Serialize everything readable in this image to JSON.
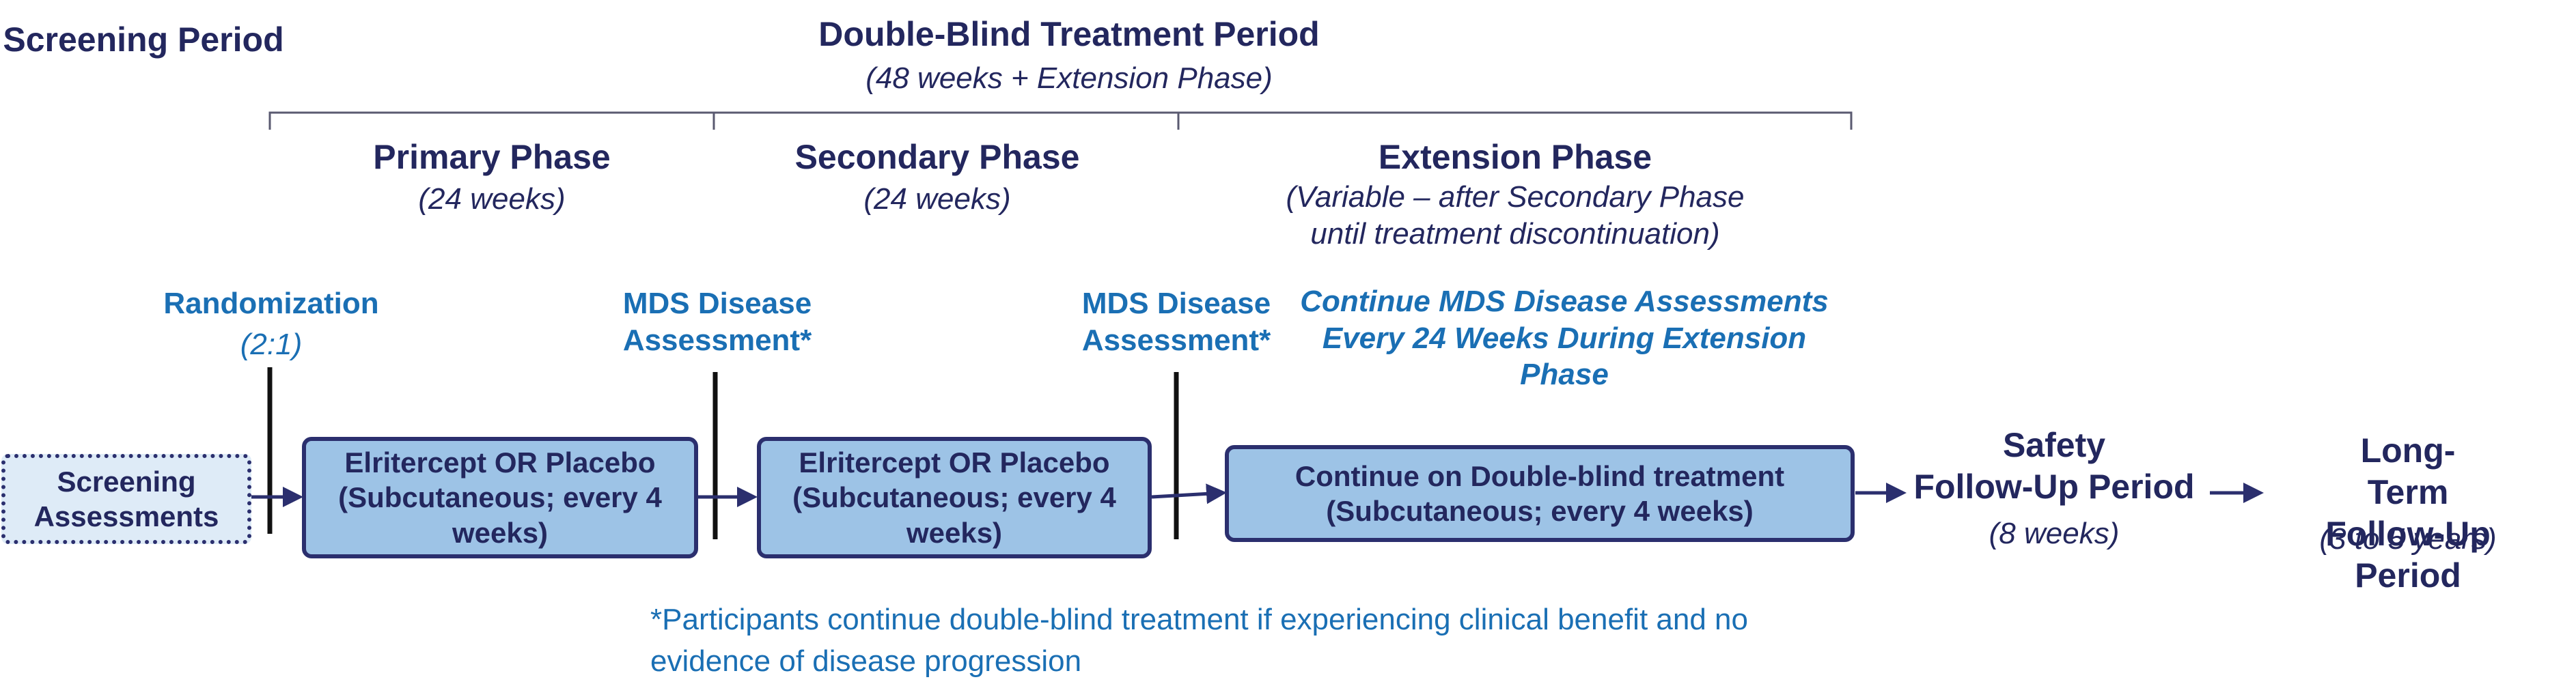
{
  "header": {
    "screening_period": "Screening\nPeriod",
    "double_blind_title": "Double-Blind Treatment Period",
    "double_blind_duration": "(48 weeks + Extension Phase)"
  },
  "phases": {
    "primary_title": "Primary Phase",
    "primary_duration": "(24 weeks)",
    "secondary_title": "Secondary Phase",
    "secondary_duration": "(24 weeks)",
    "extension_title": "Extension Phase",
    "extension_duration": "(Variable – after Secondary Phase\nuntil treatment discontinuation)"
  },
  "milestones": {
    "randomization": "Randomization",
    "randomization_ratio": "(2:1)",
    "mds_assessment_1": "MDS Disease\nAssessment*",
    "mds_assessment_2": "MDS Disease\nAssessment*",
    "extension_assessments": "Continue MDS Disease Assessments\nEvery 24 Weeks During Extension\nPhase"
  },
  "boxes": {
    "screening": "Screening\nAssessments",
    "primary_treatment": "Elritercept OR Placebo\n(Subcutaneous; every 4\nweeks)",
    "secondary_treatment": "Elritercept OR Placebo\n(Subcutaneous; every 4\nweeks)",
    "extension_treatment": "Continue on Double-blind treatment\n(Subcutaneous; every 4 weeks)"
  },
  "followup": {
    "safety_title": "Safety\nFollow-Up Period",
    "safety_duration": "(8 weeks)",
    "longterm_title": "Long-Term\nFollow-Up Period",
    "longterm_duration": "(3 to 5 years)"
  },
  "footnote": "*Participants continue double-blind treatment if experiencing clinical benefit and no evidence of disease progression",
  "colors": {
    "navy": "#23275e",
    "blue_text": "#1a6fb4",
    "treatment_fill": "#9dc3e6",
    "screening_fill": "#deebf7"
  }
}
